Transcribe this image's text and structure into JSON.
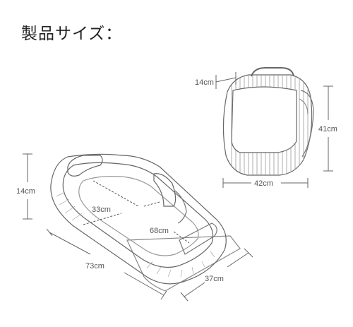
{
  "title": "製品サイズ：",
  "dimensions": {
    "folded_depth": "14cm",
    "folded_height": "41cm",
    "folded_width": "42cm",
    "bed_height": "14cm",
    "inner_width": "33cm",
    "inner_length": "68cm",
    "outer_length": "73cm",
    "outer_width": "37cm"
  },
  "colors": {
    "line": "#666666",
    "stripe": "#9a9a9a",
    "text": "#555555"
  }
}
